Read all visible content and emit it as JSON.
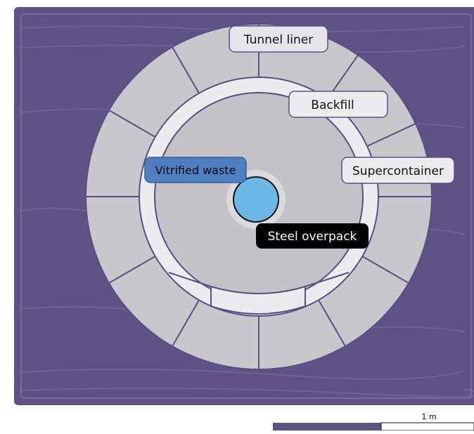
{
  "diagram": {
    "labels": {
      "tunnel_liner": "Tunnel liner",
      "backfill": "Backfill",
      "supercontainer": "Supercontainer",
      "vitrified_waste": "Vitrified waste",
      "steel_overpack": "Steel overpack"
    },
    "scale_bar": {
      "label": "1 m"
    },
    "colors": {
      "host_rock": "#5e5384",
      "liner_segments": "#c8c8cc",
      "backfill_ring": "#ececef",
      "supercontainer": "#c3c3c7",
      "waste": "#6cb8e6",
      "vitrified_label_bg": "#4f7fbf",
      "steel_label_bg": "#000000",
      "segment_lines": "#5a4e85"
    }
  }
}
